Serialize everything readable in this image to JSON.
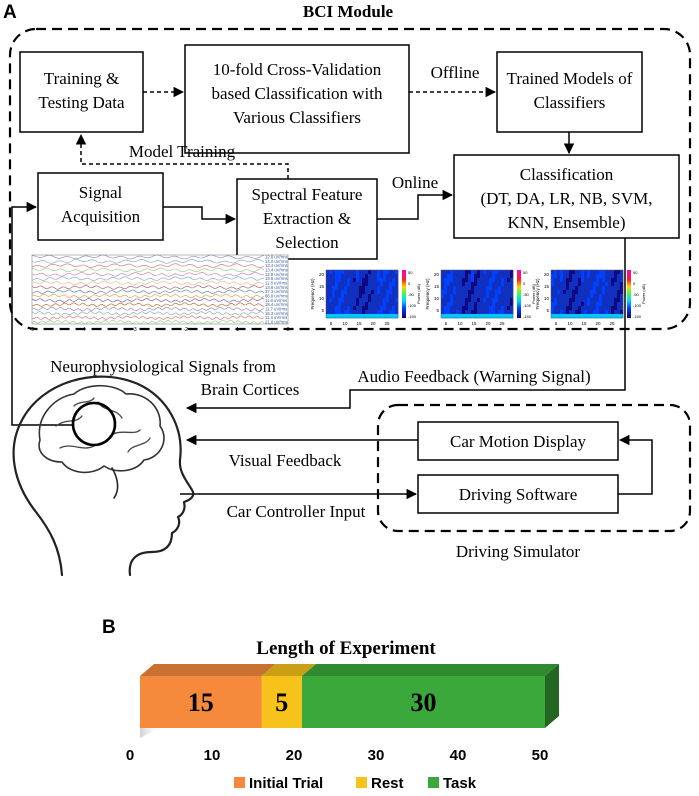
{
  "panel_a": {
    "label": "A",
    "module_title": "BCI Module",
    "boxes": {
      "training": [
        "Training &",
        "Testing Data"
      ],
      "cross_validation": [
        "10-fold Cross-Validation",
        "based Classification with",
        "Various Classifiers"
      ],
      "trained_models": [
        "Trained Models of",
        "Classifiers"
      ],
      "signal_acquisition": [
        "Signal",
        "Acquisition"
      ],
      "feature_extraction": [
        "Spectral Feature",
        "Extraction &",
        "Selection"
      ],
      "classification": [
        "Classification",
        "(DT, DA, LR, NB, SVM,",
        "KNN, Ensemble)"
      ],
      "car_motion_display": "Car Motion Display",
      "driving_software": "Driving Software"
    },
    "labels": {
      "offline": "Offline",
      "online": "Online",
      "model_training": "Model Training",
      "neuro_signals": [
        "Neurophysiological Signals from",
        "Brain Cortices"
      ],
      "audio_feedback": "Audio Feedback (Warning Signal)",
      "visual_feedback": "Visual Feedback",
      "car_controller": "Car Controller Input",
      "driving_simulator": "Driving Simulator"
    },
    "eeg": {
      "channel_values": [
        "12.8 uV/rms",
        "14.0 uV/rms",
        "13.4 uV/rms",
        "13.4 uV/rms",
        "12.8 uV/rms",
        "19.8 uV/rms",
        "11.8 uV/rms",
        "13.8 uV/rms",
        "37.3 uV/rms",
        "86.6 uV/rms",
        "11.8 uV/rms",
        "18.4 uV/rms",
        "11.7 uV/rms",
        "16.3 uV/rms",
        "11.4 uV/rms",
        "21.0 uV/rms"
      ],
      "x_ticks": [
        "-5",
        "-4",
        "-3",
        "-2",
        "-1",
        "0"
      ],
      "trace_colors": [
        "#8e7cc3",
        "#76a5af",
        "#e06666",
        "#93c47d",
        "#c27ba0",
        "#6d9eeb",
        "#f6b26b",
        "#a64d79",
        "#45818e",
        "#e69138",
        "#674ea7",
        "#b45f06"
      ]
    },
    "spectrogram": {
      "y_label": "Frequency (Hz)",
      "y_ticks": [
        "20",
        "15",
        "10",
        "5"
      ],
      "x_ticks": [
        "5",
        "10",
        "15",
        "20",
        "25"
      ],
      "colorbar_label": "Power (dB)",
      "colorbar_ticks": [
        "50",
        "0",
        "-50",
        "-100",
        "-150"
      ],
      "count": 3,
      "colors": [
        "#ff00c8",
        "#ff0040",
        "#ffc800",
        "#40ff60",
        "#00c8ff",
        "#0040ff",
        "#1030c0",
        "#100880"
      ]
    }
  },
  "panel_b": {
    "label": "B",
    "chart_data": {
      "type": "bar",
      "title": "Length of Experiment",
      "segments": [
        {
          "name": "Initial Trial",
          "value": 15,
          "color": "#f58a3c"
        },
        {
          "name": "Rest",
          "value": 5,
          "color": "#f6c21b"
        },
        {
          "name": "Task",
          "value": 30,
          "color": "#3aa83a"
        }
      ],
      "x_ticks": [
        "0",
        "10",
        "20",
        "30",
        "40",
        "50"
      ],
      "xlim": [
        0,
        50
      ],
      "legend_position": "bottom"
    }
  }
}
